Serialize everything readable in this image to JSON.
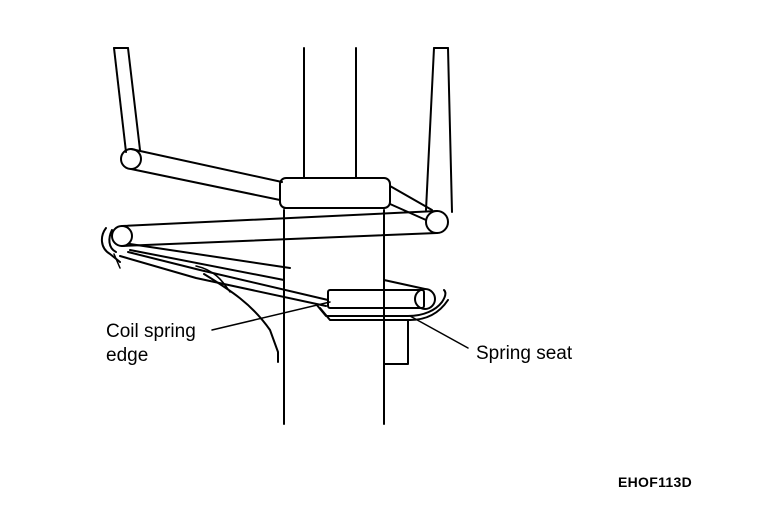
{
  "labels": {
    "coil_spring_edge_line1": "Coil spring",
    "coil_spring_edge_line2": "edge",
    "spring_seat": "Spring seat"
  },
  "figure_code": "EHOF113D"
}
